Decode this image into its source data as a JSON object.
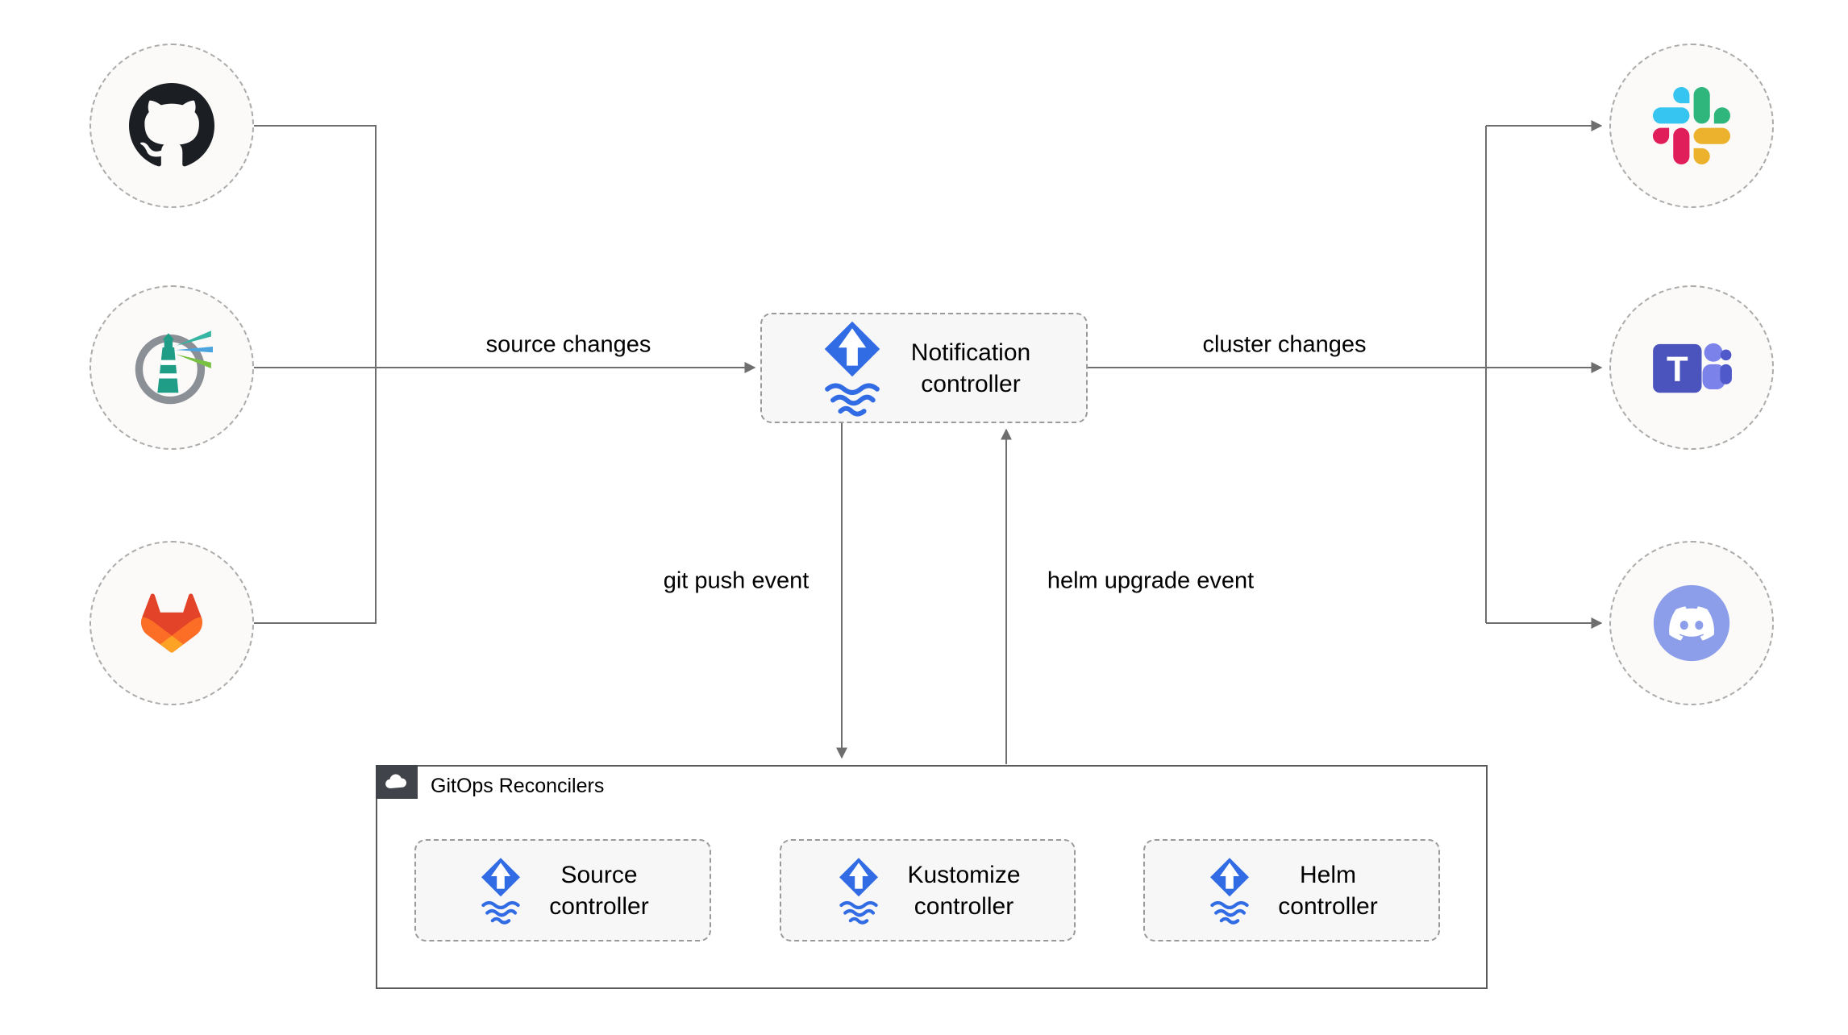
{
  "nodes": {
    "notification": {
      "label": "Notification\ncontroller"
    },
    "source": {
      "label": "Source\ncontroller"
    },
    "kustomize": {
      "label": "Kustomize\ncontroller"
    },
    "helm": {
      "label": "Helm\ncontroller"
    }
  },
  "group": {
    "title": "GitOps Reconcilers"
  },
  "edges": {
    "source_changes": "source changes",
    "cluster_changes": "cluster changes",
    "git_push_event": "git push event",
    "helm_upgrade_event": "helm upgrade event"
  },
  "icons": {
    "left": [
      "github-icon",
      "harbor-icon",
      "gitlab-icon"
    ],
    "right": [
      "slack-icon",
      "teams-icon",
      "discord-icon"
    ],
    "node_icon": "flux-icon",
    "group_icon": "cloud-icon",
    "teams_letter": "T"
  },
  "colors": {
    "flux_blue": "#316ce4",
    "line": "#6e6e6e",
    "node_fill": "#f7f7f7",
    "node_border": "#9a9a9a",
    "circle_fill": "#fbfaf8",
    "github_dark": "#1b1f23",
    "gitlab_red": "#e24329",
    "gitlab_orange": "#fc6d26",
    "gitlab_yellow": "#fca326",
    "slack_blue": "#36c5f0",
    "slack_green": "#2eb67d",
    "slack_yellow": "#ecb22e",
    "slack_red": "#e01e5a",
    "teams_purple": "#4b53bc",
    "discord_blurple": "#8c9eea",
    "harbor_teal": "#1f9d87"
  }
}
